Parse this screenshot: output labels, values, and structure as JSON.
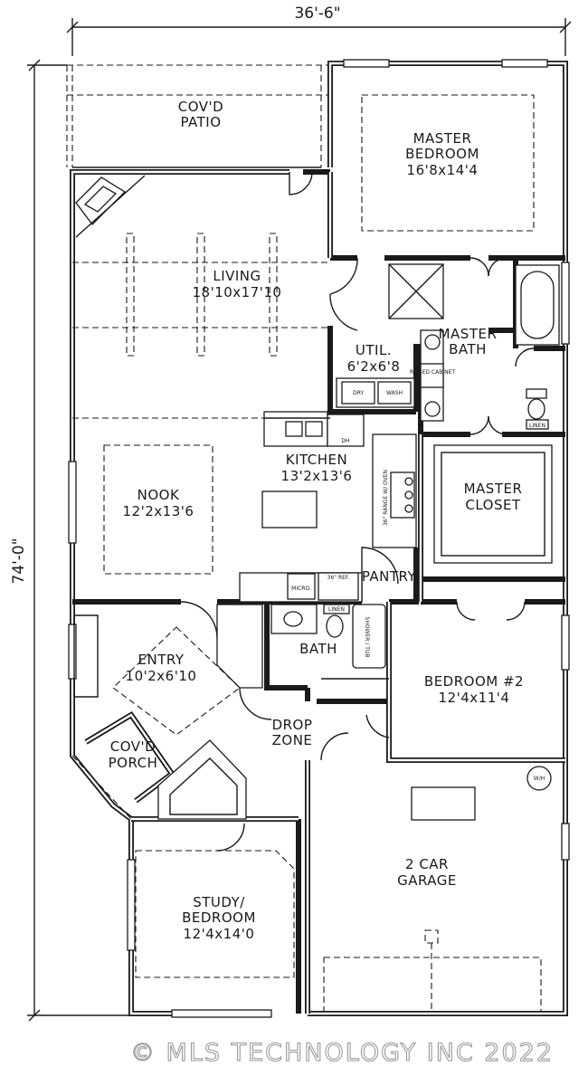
{
  "dimensions": {
    "width": "36'-6\"",
    "depth": "74'-0\""
  },
  "rooms": {
    "patio": {
      "line1": "COV'D",
      "line2": "PATIO"
    },
    "master_bedroom": {
      "line1": "MASTER",
      "line2": "BEDROOM",
      "size": "16'8x14'4"
    },
    "living": {
      "name": "LIVING",
      "size": "18'10x17'10"
    },
    "utility": {
      "name": "UTIL.",
      "size": "6'2x6'8"
    },
    "master_bath": {
      "line1": "MASTER",
      "line2": "BATH"
    },
    "kitchen": {
      "name": "KITCHEN",
      "size": "13'2x13'6"
    },
    "nook": {
      "name": "NOOK",
      "size": "12'2x13'6"
    },
    "master_closet": {
      "line1": "MASTER",
      "line2": "CLOSET"
    },
    "pantry": {
      "name": "PANTRY"
    },
    "bath": {
      "name": "BATH"
    },
    "entry": {
      "name": "ENTRY",
      "size": "10'2x6'10"
    },
    "bedroom2": {
      "name": "BEDROOM #2",
      "size": "12'4x11'4"
    },
    "drop_zone": {
      "line1": "DROP",
      "line2": "ZONE"
    },
    "porch": {
      "line1": "COV'D",
      "line2": "PORCH"
    },
    "garage": {
      "line1": "2 CAR",
      "line2": "GARAGE"
    },
    "study": {
      "line1": "STUDY/",
      "line2": "BEDROOM",
      "size": "12'4x14'0"
    }
  },
  "fixtures": {
    "dry": "DRY",
    "wash": "WASH",
    "dh": "DH",
    "micro": "MICRO.",
    "ref": "36\" REF.",
    "range": "36\" RANGE W/ OVEN",
    "linen": "LINEN",
    "shower": "SHOWER / TUB",
    "raised_cabinet": "RAISED CABINET",
    "wh": "W/H"
  },
  "watermark": "© MLS TECHNOLOGY INC 2022"
}
